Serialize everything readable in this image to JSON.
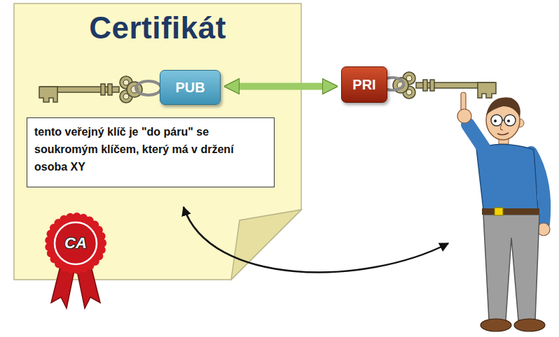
{
  "diagram": {
    "nodes": [
      {
        "text": [
          "Certifikát"
        ]
      },
      {
        "text": [
          "PUB"
        ],
        "in": 0
      },
      {
        "text": [
          "tento veřejný klíč je \"do páru\" se soukromým klíčem, který má v držení osoba XY"
        ],
        "in": 0
      },
      {
        "text": [
          "CA"
        ],
        "in": 0
      },
      {
        "text": [
          "PRI"
        ]
      }
    ],
    "edges": [
      {
        "from": 1,
        "to": 4,
        "arrow": "both"
      }
    ]
  }
}
